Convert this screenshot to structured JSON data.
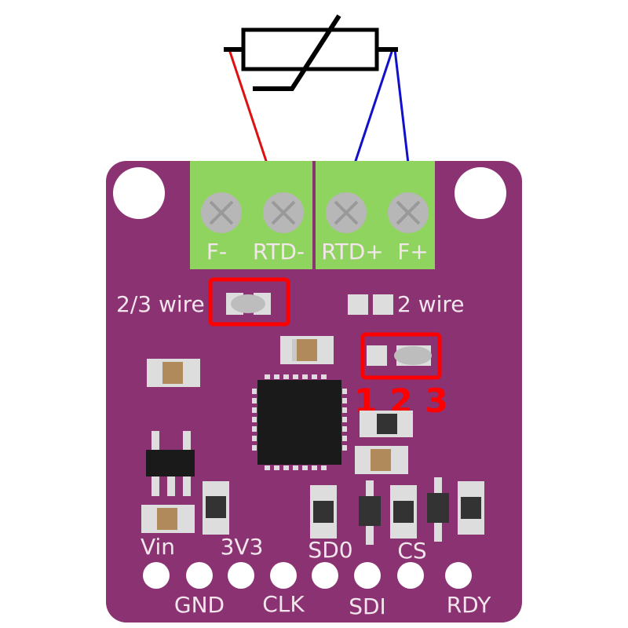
{
  "colors": {
    "board": "#8b3272",
    "terminal": "#8fd45f",
    "screw": "#b7b7b7",
    "label": "#f2e6ec",
    "highlight": "#ff0000",
    "ic": "#1a1a1a",
    "pad": "#dddddd",
    "cap_body": "#b08a5a",
    "wire_red": "#dd1111",
    "wire_blue": "#1111cc"
  },
  "terminals": [
    {
      "label": "F-"
    },
    {
      "label": "RTD-"
    },
    {
      "label": "RTD+"
    },
    {
      "label": "F+"
    }
  ],
  "jumpers": {
    "left_label": "2/3 wire",
    "right_label": "2 wire",
    "numbers": [
      "1",
      "2",
      "3"
    ]
  },
  "pins_top": [
    "Vin",
    "3V3",
    "SD0",
    "CS"
  ],
  "pins_bottom": [
    "GND",
    "CLK",
    "SDI",
    "RDY"
  ],
  "icons": {
    "rtd": "thermistor-symbol-icon",
    "screw": "screw-terminal-icon",
    "mount_hole": "mounting-hole-icon"
  }
}
